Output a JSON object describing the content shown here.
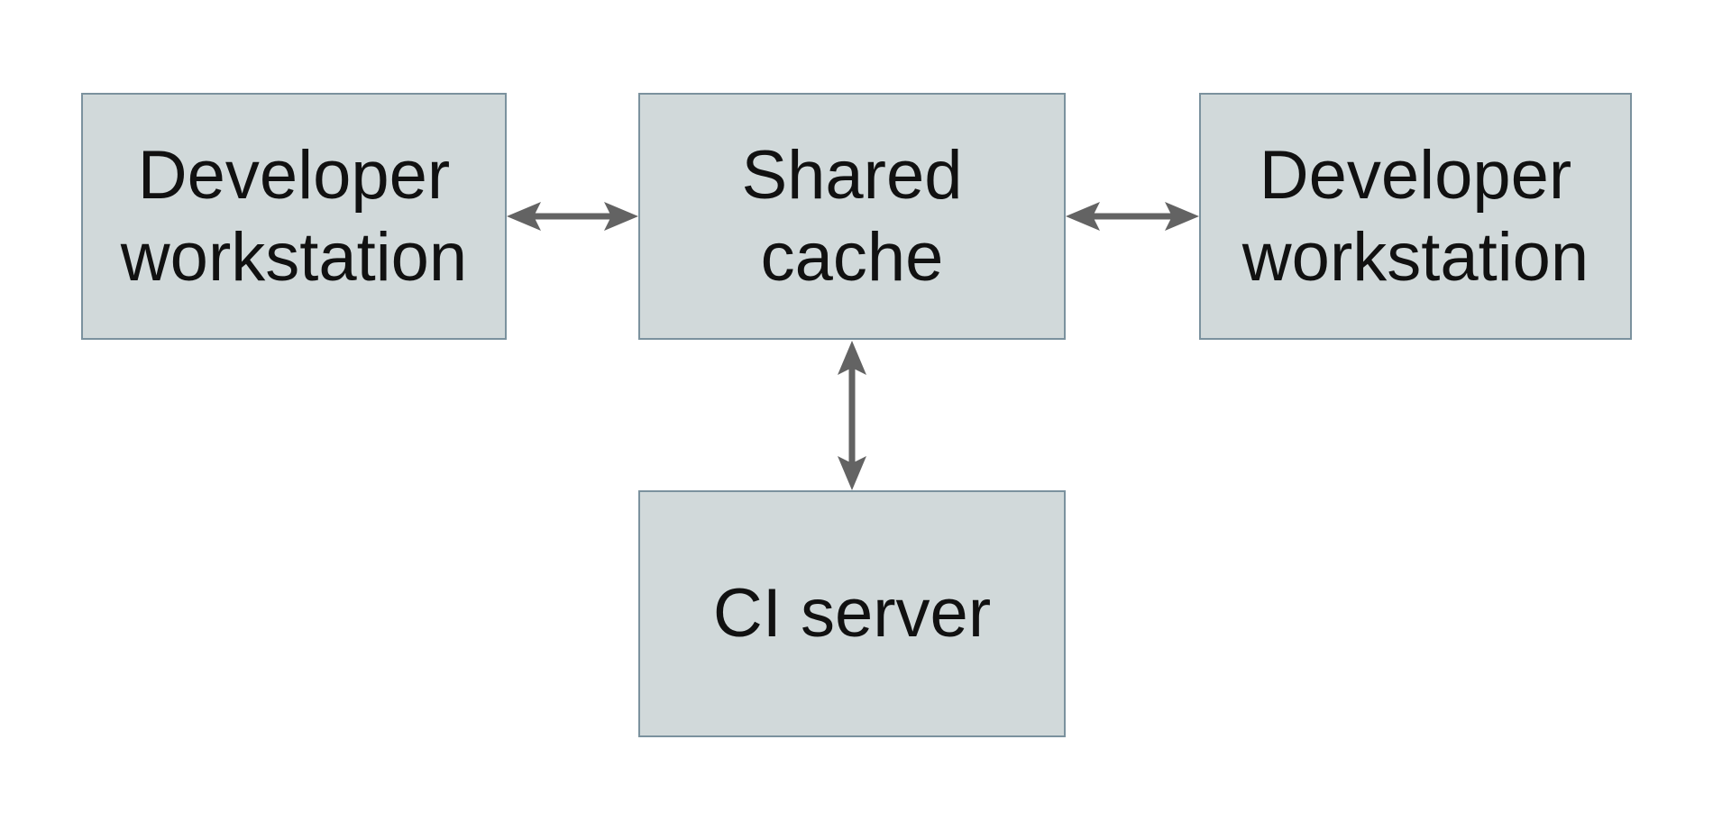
{
  "diagram": {
    "nodes": [
      {
        "id": "developer-workstation-left",
        "label": "Developer\nworkstation"
      },
      {
        "id": "shared-cache",
        "label": "Shared\ncache"
      },
      {
        "id": "developer-workstation-right",
        "label": "Developer\nworkstation"
      },
      {
        "id": "ci-server",
        "label": "CI server"
      }
    ],
    "edges": [
      {
        "from": "developer-workstation-left",
        "to": "shared-cache",
        "direction": "bidirectional"
      },
      {
        "from": "developer-workstation-right",
        "to": "shared-cache",
        "direction": "bidirectional"
      },
      {
        "from": "ci-server",
        "to": "shared-cache",
        "direction": "bidirectional"
      }
    ]
  },
  "theme": {
    "background": "#ffffff",
    "node_fill": "#d1d9da",
    "node_border": "#7b929e",
    "arrow_color": "#636363",
    "text_color": "#111111"
  }
}
